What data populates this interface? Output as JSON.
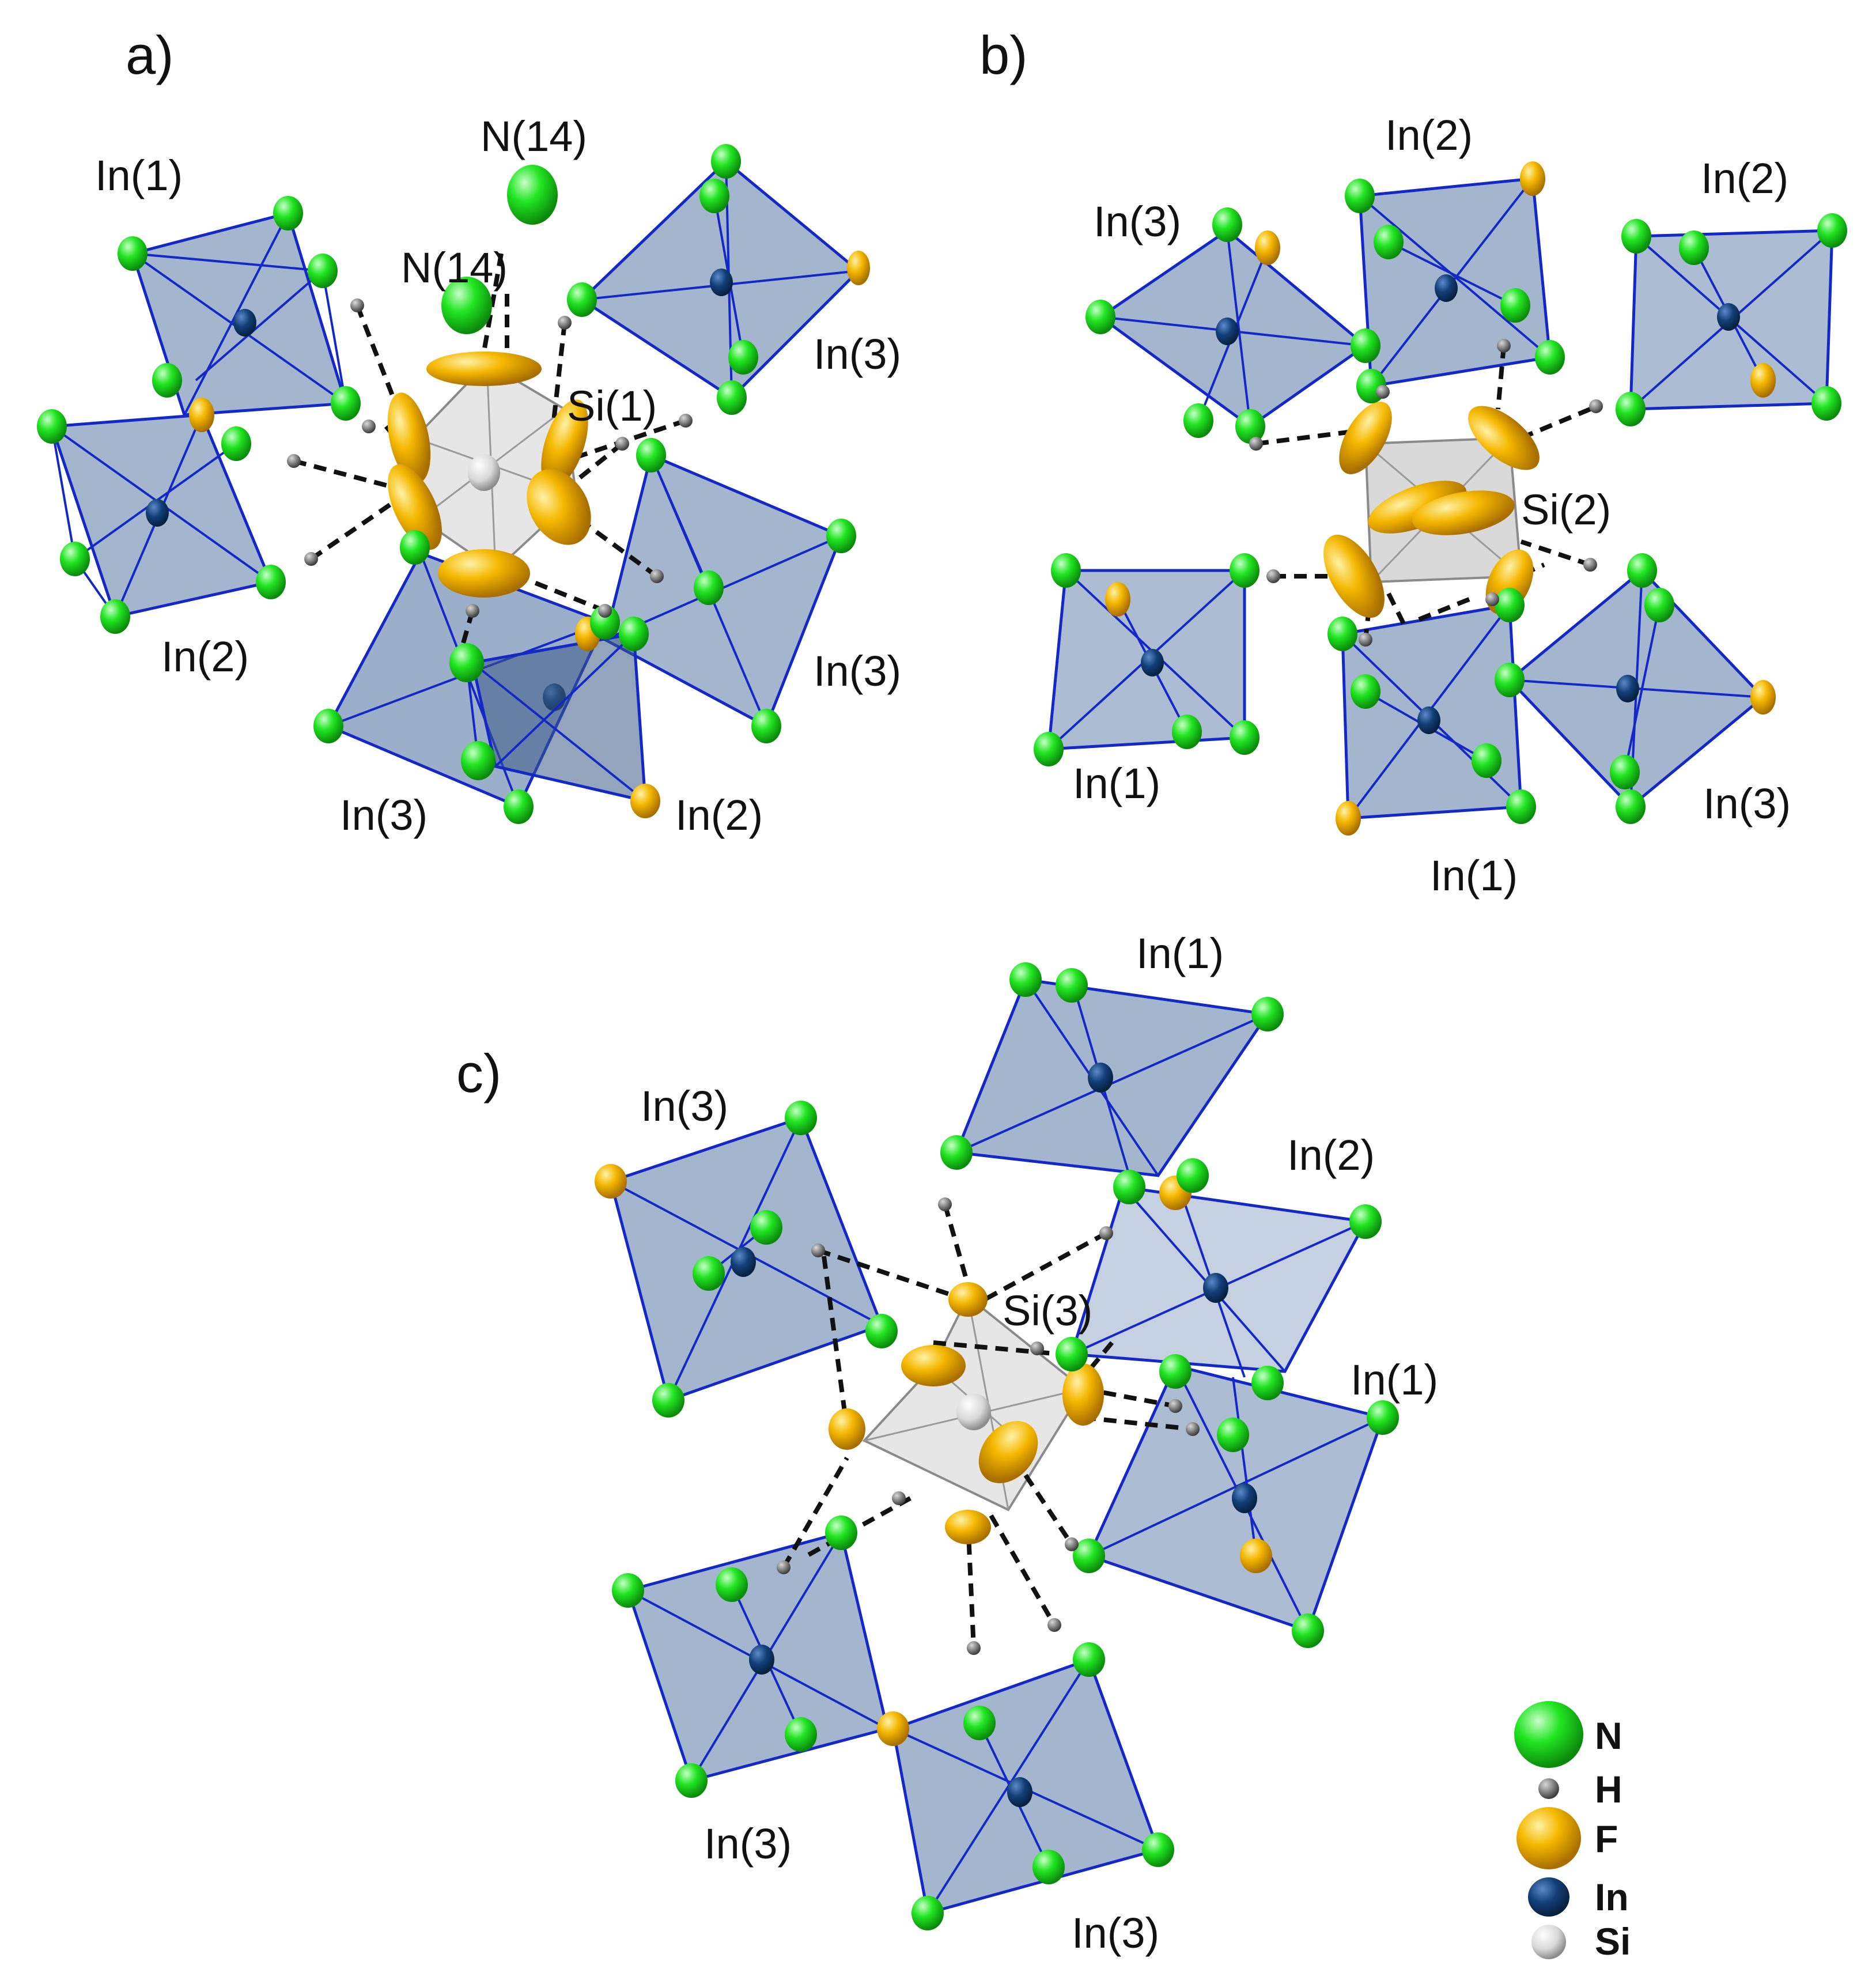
{
  "colors": {
    "nitrogen": "#1ee81e",
    "hydrogen": "#8a8a8a",
    "fluorine": "#f3b300",
    "indium": "#0e3a6e",
    "silicon": "#dedede",
    "polyhedron_edge": "#1428c8",
    "polyhedron_fill": "#5a7aa6",
    "octahedron_fill": "#d6d6d6",
    "hbond": "#111111"
  },
  "panels": [
    {
      "id": "a",
      "label": "a)",
      "labels": [
        "In(1)",
        "N(14)",
        "N(14)",
        "Si(1)",
        "In(3)",
        "In(2)",
        "In(3)",
        "In(3)",
        "In(2)"
      ]
    },
    {
      "id": "b",
      "label": "b)",
      "labels": [
        "In(2)",
        "In(2)",
        "In(3)",
        "Si(2)",
        "In(1)",
        "In(1)",
        "In(3)"
      ]
    },
    {
      "id": "c",
      "label": "c)",
      "labels": [
        "In(1)",
        "In(3)",
        "In(2)",
        "Si(3)",
        "In(1)",
        "In(3)",
        "In(3)"
      ]
    }
  ],
  "legend": [
    {
      "symbol": "N",
      "icon": "nitrogen-atom-icon"
    },
    {
      "symbol": "H",
      "icon": "hydrogen-atom-icon"
    },
    {
      "symbol": "F",
      "icon": "fluorine-atom-icon"
    },
    {
      "symbol": "In",
      "icon": "indium-atom-icon"
    },
    {
      "symbol": "Si",
      "icon": "silicon-atom-icon"
    }
  ]
}
